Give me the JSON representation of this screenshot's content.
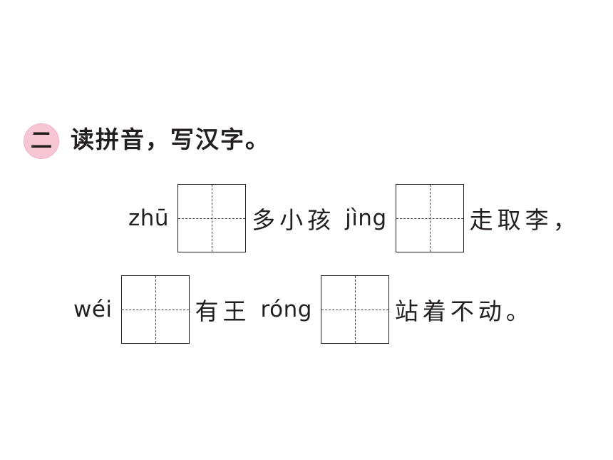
{
  "question": {
    "number": "二",
    "instruction": "读拼音，写汉字。"
  },
  "lines": [
    {
      "p1": "zhū",
      "c1": "多小孩",
      "p2": "jìng",
      "c2": "走取李，"
    },
    {
      "p1": "wéi",
      "c1": "有王",
      "p2": "róng",
      "c2": "站着不动。"
    }
  ],
  "colors": {
    "badge": "#f7c6d4",
    "text": "#231f20"
  }
}
